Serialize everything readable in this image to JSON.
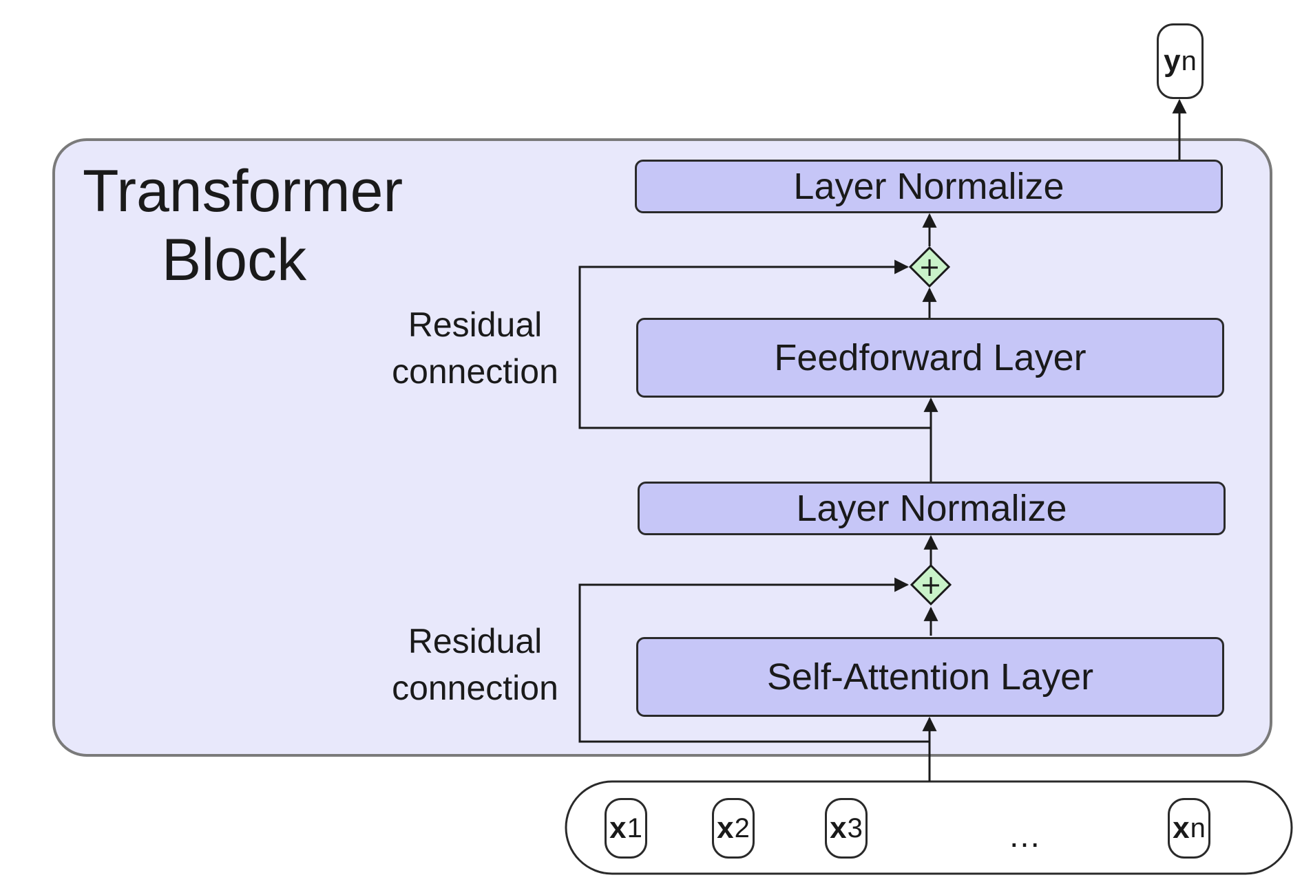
{
  "block": {
    "title_line1": "Transformer",
    "title_line2": "Block"
  },
  "layers": {
    "top_norm": "Layer Normalize",
    "feedforward": "Feedforward Layer",
    "mid_norm": "Layer Normalize",
    "self_attention": "Self-Attention Layer"
  },
  "residuals": [
    {
      "line1": "Residual",
      "line2": "connection"
    },
    {
      "line1": "Residual",
      "line2": "connection"
    }
  ],
  "output": {
    "symbol": "y",
    "subscript": "n"
  },
  "inputs": [
    {
      "symbol": "x",
      "subscript": "1"
    },
    {
      "symbol": "x",
      "subscript": "2"
    },
    {
      "symbol": "x",
      "subscript": "3"
    },
    {
      "symbol": "x",
      "subscript": "n"
    }
  ],
  "ellipsis": "…",
  "adder_symbol": "+",
  "colors": {
    "block_fill": "#e8e8fb",
    "layer_fill": "#c6c6f7",
    "adder_fill": "#c9f2c9",
    "stroke": "#2a2a2a"
  }
}
